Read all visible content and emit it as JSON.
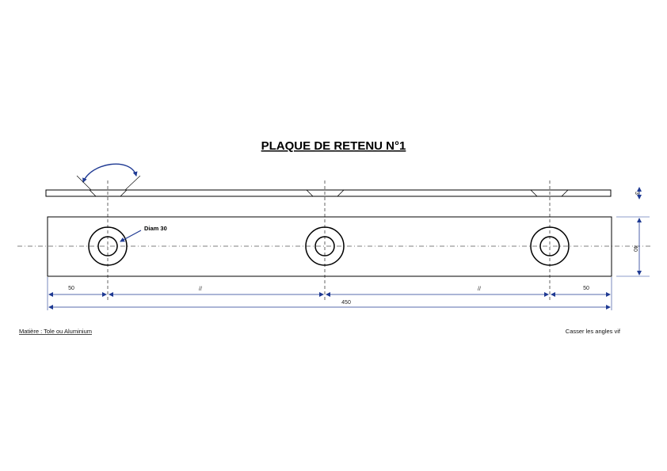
{
  "title": "PLAQUE DE RETENU N°1",
  "callout_diam": "Diam 30",
  "dimensions": {
    "left_end": "50",
    "spacing_left": "//",
    "spacing_right": "//",
    "right_end": "50",
    "total_length": "450",
    "thickness": "3",
    "width": "40"
  },
  "notes": {
    "material": "Matière : Tole ou Aluminium",
    "edges": "Casser les angles vif"
  },
  "colors": {
    "outline": "#000000",
    "dimension": "#1f3a93",
    "arrow": "#1f3a93"
  }
}
